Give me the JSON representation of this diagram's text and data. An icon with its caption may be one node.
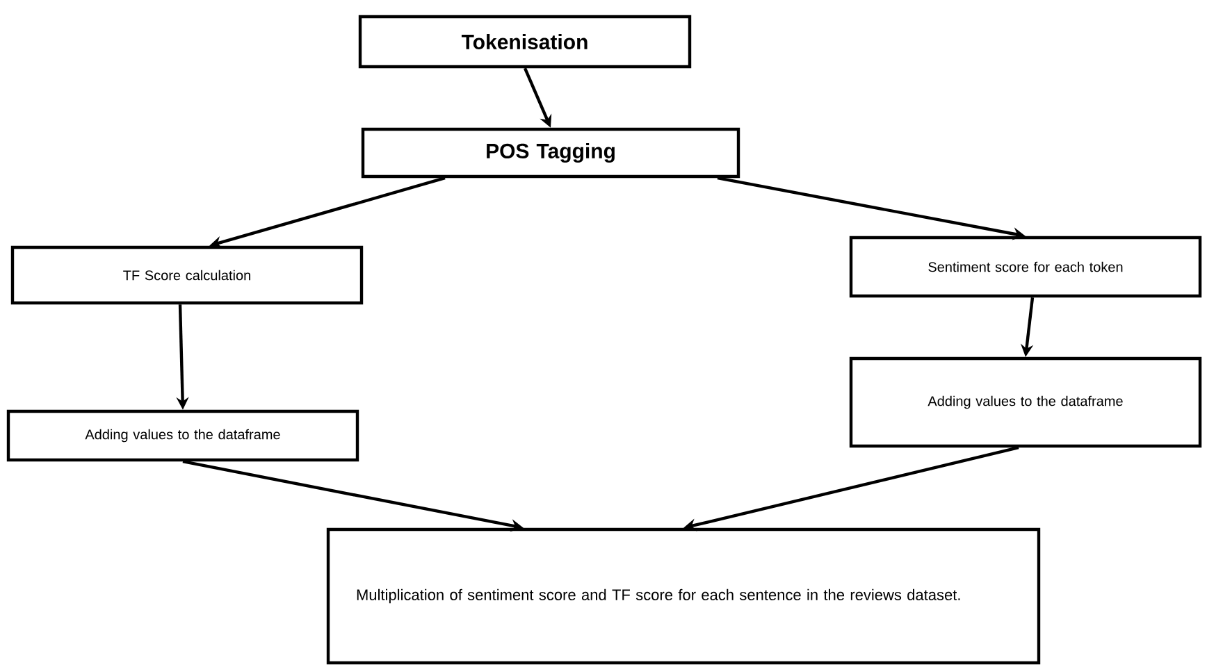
{
  "diagram": {
    "nodes": [
      {
        "text": [
          "Tokenisation"
        ]
      },
      {
        "text": [
          "POS Tagging"
        ]
      },
      {
        "text": [
          "TF Score calculation"
        ]
      },
      {
        "text": [
          "Sentiment score for each token"
        ]
      },
      {
        "text": [
          "Adding values to the dataframe"
        ]
      },
      {
        "text": [
          "Adding values to the dataframe"
        ]
      },
      {
        "text": [
          "Multiplication of sentiment score and TF score for each sentence in the reviews dataset."
        ]
      }
    ],
    "edges": [
      {
        "from": 0,
        "to": 1,
        "arrow": "to"
      },
      {
        "from": 1,
        "to": 2,
        "arrow": "to"
      },
      {
        "from": 1,
        "to": 3,
        "arrow": "to"
      },
      {
        "from": 2,
        "to": 4,
        "arrow": "to"
      },
      {
        "from": 3,
        "to": 5,
        "arrow": "to"
      },
      {
        "from": 4,
        "to": 6,
        "arrow": "to"
      },
      {
        "from": 5,
        "to": 6,
        "arrow": "to"
      }
    ]
  }
}
